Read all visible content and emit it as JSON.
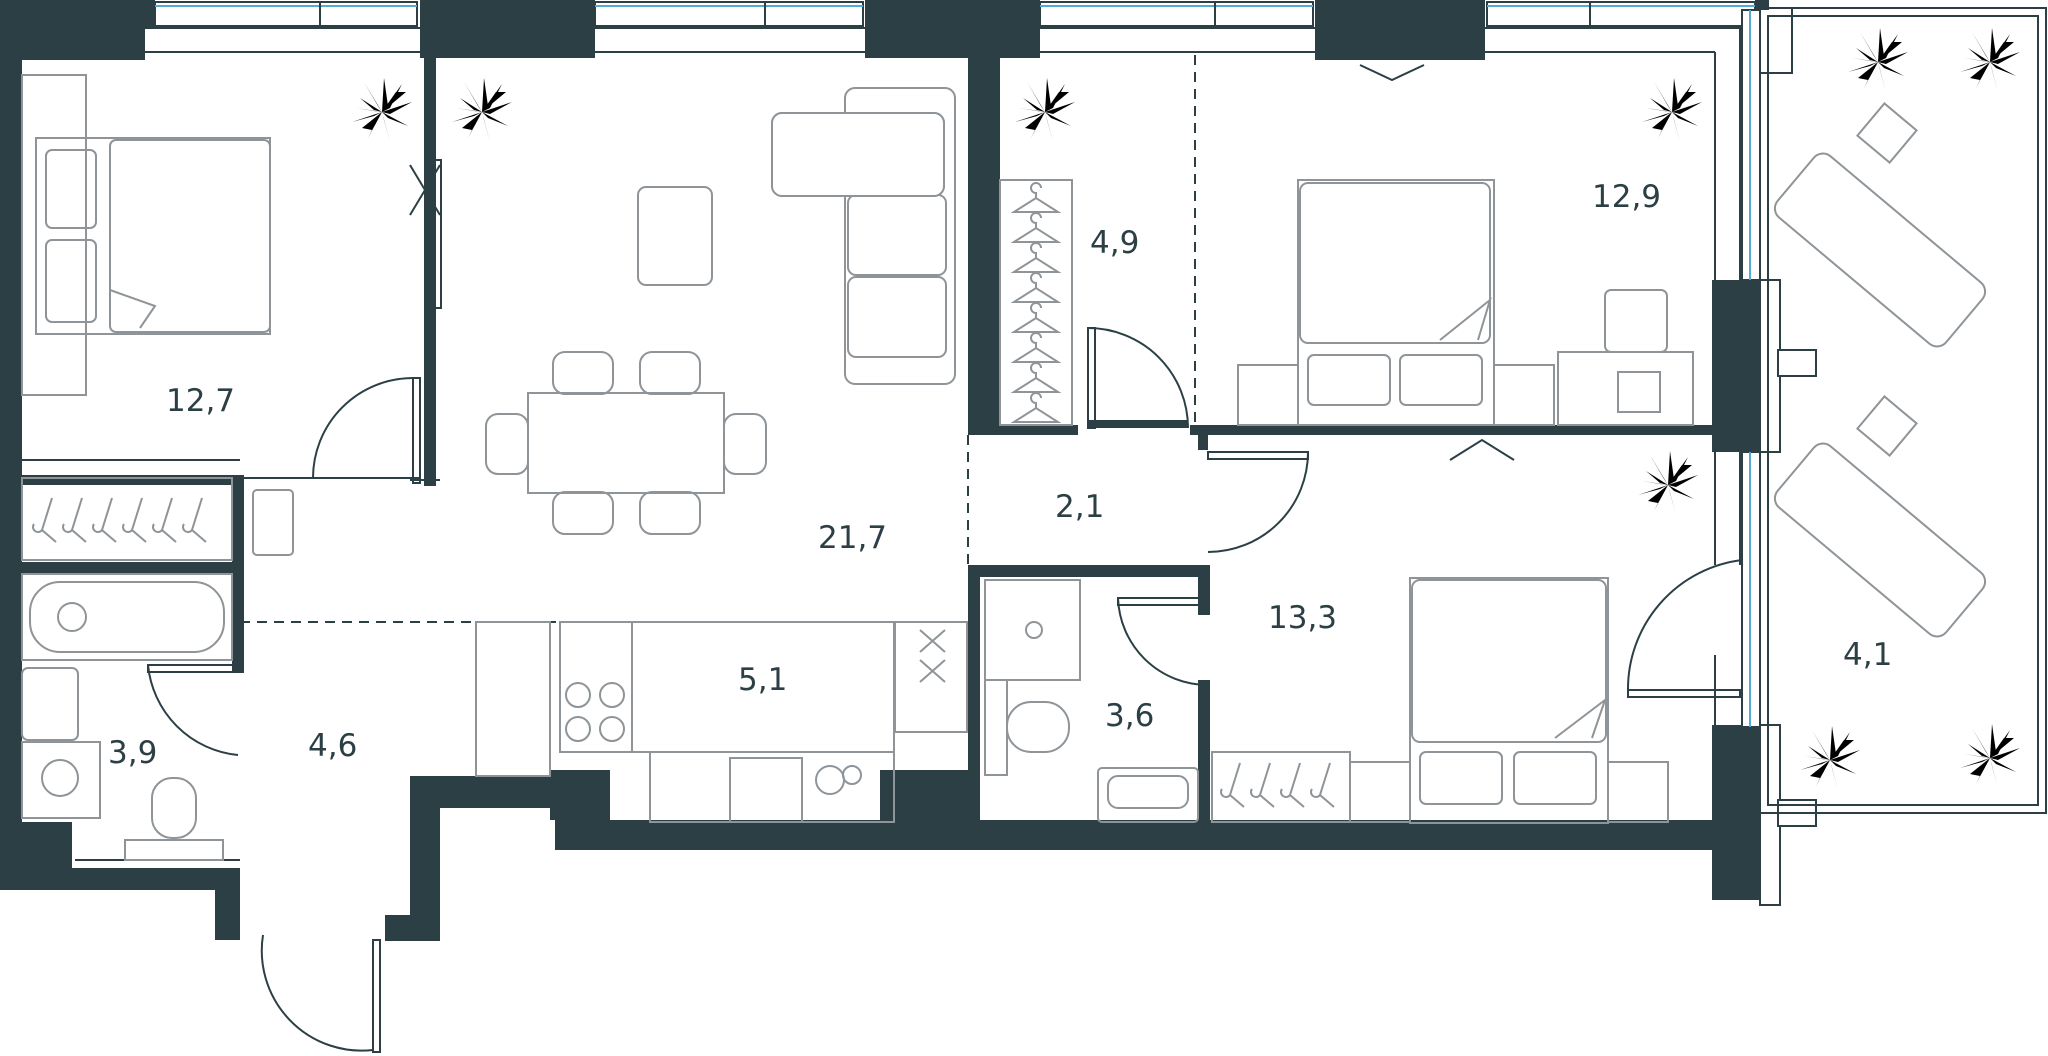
{
  "colors": {
    "wall": "#2b3f45",
    "furniture_line": "#8e9498",
    "window_glass": "#54a9d6",
    "plant": "#8cc63f",
    "background": "#ffffff"
  },
  "rooms": [
    {
      "id": "bedroom-left",
      "area": "12,7"
    },
    {
      "id": "living-kitchen",
      "area": "21,7"
    },
    {
      "id": "wardrobe",
      "area": "4,9"
    },
    {
      "id": "bedroom-top-right",
      "area": "12,9"
    },
    {
      "id": "corridor",
      "area": "2,1"
    },
    {
      "id": "bedroom-bottom-right",
      "area": "13,3"
    },
    {
      "id": "kitchen",
      "area": "5,1"
    },
    {
      "id": "hall",
      "area": "4,6"
    },
    {
      "id": "bathroom",
      "area": "3,9"
    },
    {
      "id": "toilet",
      "area": "3,6"
    },
    {
      "id": "balcony",
      "area": "4,1"
    }
  ]
}
